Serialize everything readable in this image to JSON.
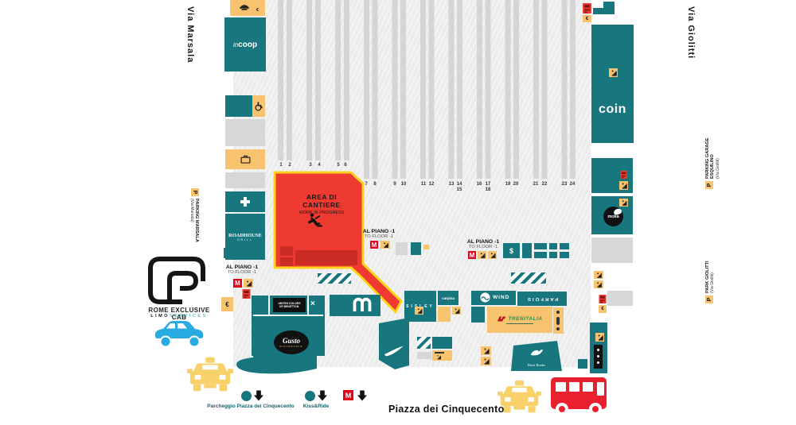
{
  "streets": {
    "via_marsala": "Via Marsala",
    "via_giolitti": "Via Giolitti",
    "piazza": "Piazza dei Cinquecento"
  },
  "parking": {
    "marsala": {
      "p": "P",
      "name": "PARKING MARSALA",
      "sub": "(Via Marsala)"
    },
    "esquilino": {
      "p": "P",
      "line1": "PARKING GARAGE",
      "line2": "ESQUILINO",
      "sub": "(Via Giolitti)"
    },
    "giolitti": {
      "p": "P",
      "name": "PARK GIOLITTI",
      "sub": "(Via Giolitti)"
    }
  },
  "construction": {
    "line1": "AREA DI",
    "line2": "CANTIERE",
    "line3": "WORK IN PROGRESS"
  },
  "floor_label": {
    "line1": "AL PIANO -1",
    "line2": "TO FLOOR -1"
  },
  "platforms": {
    "left": [
      "1",
      "2",
      "3",
      "4",
      "5",
      "6"
    ],
    "right": [
      "7",
      "8",
      "9",
      "10",
      "11",
      "12",
      "13",
      "14",
      "15",
      "16",
      "17",
      "18",
      "19",
      "20",
      "21",
      "22",
      "23",
      "24"
    ]
  },
  "shops": {
    "coop_pre": "in",
    "coop": "coop",
    "roadhouse": "ROADHOUSE",
    "roadhouse_sub": "GRILL",
    "coin": "coin",
    "moka": "moka",
    "benetton_l1": "UNITED COLORS",
    "benetton_l2": "OF BENETTON.",
    "benetton_x": "×",
    "gusto": "Gusto",
    "gusto_sub": "RISTORANTE",
    "sisley": "SISLEY",
    "carpisa": "carpisa",
    "wind": "WIND",
    "parfois": "PARFOIS",
    "trenitalia": "TRENITALIA",
    "borri": "Borri Books",
    "dollar": "$"
  },
  "icons": {
    "euro": "€",
    "metro_m": "M"
  },
  "legend": {
    "parcheggio": "Parcheggio Piazza dei Cinquecento",
    "kiss_ride": "Kiss&Ride"
  },
  "brand": {
    "name": "ROME EXCLUSIVE CAB",
    "sub1": "LIMO",
    "sub2": "SERVICES"
  },
  "colors": {
    "teal": "#17767e",
    "orange_block": "#f8c36e",
    "construction_red": "#ee3a30",
    "construction_border": "#ffd21e",
    "metro_red": "#e2001a",
    "taxi_yellow": "#f9d16b",
    "bus_red": "#e9212e",
    "car_blue": "#29abe2",
    "platform_gray": "#d5d5d5"
  }
}
